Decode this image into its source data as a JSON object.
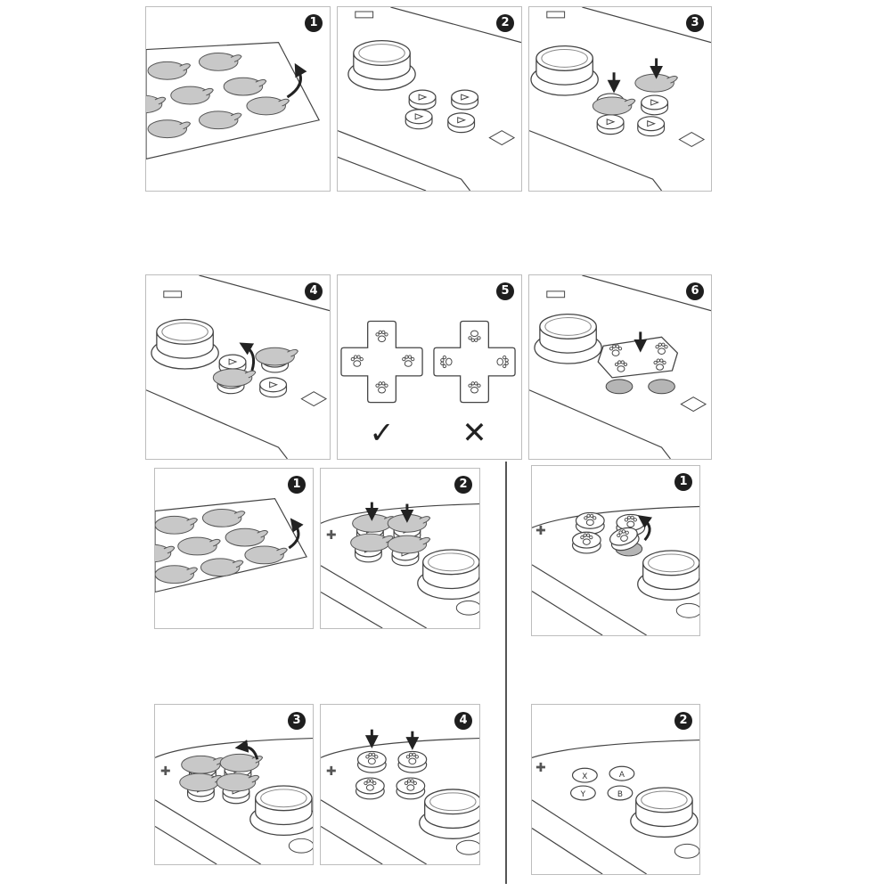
{
  "steps": {
    "a1": "1",
    "a2": "2",
    "a3": "3",
    "a4": "4",
    "a5": "5",
    "a6": "6",
    "b1": "1",
    "b2": "2",
    "b3": "3",
    "b4": "4",
    "c1": "1",
    "c2": "2"
  },
  "marks": {
    "correct": "✓",
    "wrong": "✕"
  },
  "button_glyphs": {
    "x": "X",
    "a": "A",
    "y": "Y",
    "b": "B"
  },
  "colors": {
    "pad": "#c8c8c8",
    "line": "#5a5a5a",
    "badge": "#1e1e1e"
  },
  "icons": [
    "sticker-sheet-icon",
    "curved-arrow-icon",
    "down-arrow-icon",
    "paw-icon",
    "dpad-cap-icon",
    "joystick-icon"
  ]
}
